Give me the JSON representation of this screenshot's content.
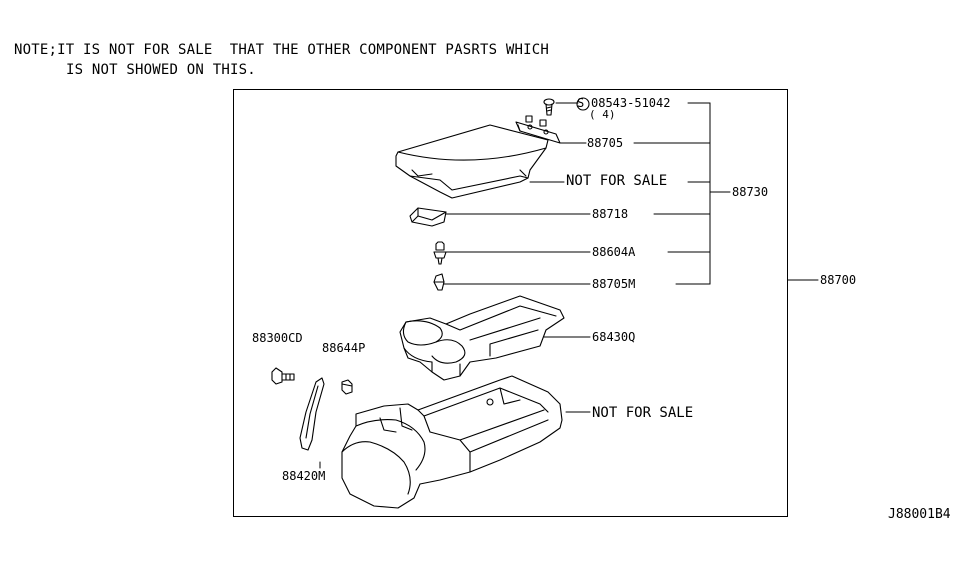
{
  "note": {
    "line1": "NOTE;IT IS NOT FOR SALE  THAT THE OTHER COMPONENT PASRTS WHICH",
    "line2": "IS NOT SHOWED ON THIS."
  },
  "labels": {
    "screw": "08543-51042",
    "screw_symbol": "S",
    "screw_qty": "( 4)",
    "hinge": "88705",
    "lid_nfs": "NOT FOR SALE",
    "lid_assy": "88730",
    "latch": "88718",
    "bolt": "88604A",
    "pin": "88705M",
    "console_assy": "88700",
    "cup_holder": "68430Q",
    "screw_cd": "88300CD",
    "clip": "88644P",
    "body_nfs": "NOT FOR SALE",
    "trim": "88420M"
  },
  "reference": "J88001B4"
}
